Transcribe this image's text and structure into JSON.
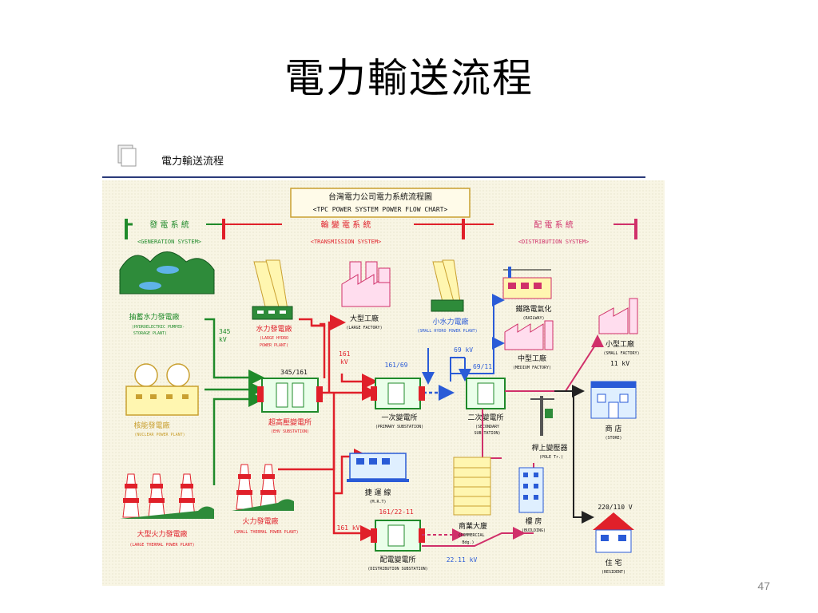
{
  "slide": {
    "title": "電力輸送流程",
    "page_number": "47"
  },
  "figure": {
    "header_label": "電力輸送流程",
    "chart_title_zh": "台灣電力公司電力系統流程圖",
    "chart_title_en": "<TPC POWER SYSTEM POWER FLOW CHART>",
    "systems": {
      "generation": {
        "zh": "發 電 系 統",
        "en": "<GENERATION SYSTEM>"
      },
      "transmission": {
        "zh": "輸 變 電 系 統",
        "en": "<TRANSMISSION SYSTEM>"
      },
      "distribution": {
        "zh": "配 電 系 統",
        "en": "<DISTRIBUTION SYSTEM>"
      }
    },
    "nodes": {
      "pumped_storage": {
        "zh": "抽蓄水力發電廠",
        "en1": "(HYDROELECTRIC PUMPED-",
        "en2": "STORAGE PLANT)"
      },
      "nuclear": {
        "zh": "核能發電廠",
        "en": "(NUCLEAR POWER PLANT)"
      },
      "large_thermal": {
        "zh": "大型火力發電廠",
        "en": "(LARGE THERMAL POWER PLANT)"
      },
      "hydro": {
        "zh": "水力發電廠",
        "en1": "(LARGE HYDRO",
        "en2": "POWER PLANT)"
      },
      "small_thermal": {
        "zh": "火力發電廠",
        "en": "(SMALL THERMAL POWER PLANT)"
      },
      "ehv_substation": {
        "zh": "超高壓變電所",
        "en": "(EHV SUBSTATION)"
      },
      "large_factory": {
        "zh": "大型工廠",
        "en": "(LARGE FACTORY)"
      },
      "primary_substation": {
        "zh": "一次變電所",
        "en": "(PRIMARY SUBSTATION)"
      },
      "mrt": {
        "zh": "捷 運 線",
        "en": "(M.R.T)"
      },
      "distribution_substation": {
        "zh": "配電變電所",
        "en": "(DISTRIBUTION SUBSTATION)"
      },
      "small_hydro": {
        "zh": "小水力電廠",
        "en": "(SMALL HYDRO POWER PLANT)"
      },
      "railway": {
        "zh": "鐵路電氣化",
        "en": "(RAILWAY)"
      },
      "medium_factory": {
        "zh": "中型工廠",
        "en": "(MEDIUM FACTORY)"
      },
      "secondary_substation": {
        "zh": "二次變電所",
        "en1": "(SECONDARY",
        "en2": "SUBSTATION)"
      },
      "commercial": {
        "zh": "商業大廈",
        "en1": "(COMMERCIAL",
        "en2": "Bdg.)"
      },
      "building": {
        "zh": "樓 房",
        "en": "(BUILDING)"
      },
      "small_factory": {
        "zh": "小型工廠",
        "en": "(SMALL FACTORY)"
      },
      "pole_transformer": {
        "zh": "桿上變壓器",
        "en": "(POLE Tr.)"
      },
      "store": {
        "zh": "商 店",
        "en": "(STORE)"
      },
      "resident": {
        "zh": "住 宅",
        "en": "(RESIDENT)"
      }
    },
    "voltages": {
      "v345": "345",
      "v345_unit": "kV",
      "v345_161": "345/161",
      "v161_a": "161",
      "v161_a_unit": "kV",
      "v161_69": "161/69",
      "v69": "69 kV",
      "v69_11": "69/11",
      "v161_22_11": "161/22-11",
      "v161_kv": "161 kV",
      "v22_11": "22.11 kV",
      "v11": "11 kV",
      "v220_110": "220/110 V"
    },
    "colors": {
      "green": "#1f8a2a",
      "red": "#e0202a",
      "blue": "#2a5bd7",
      "yellow": "#f2c200",
      "beige": "#f6f0cf",
      "magenta": "#d0306a"
    }
  }
}
